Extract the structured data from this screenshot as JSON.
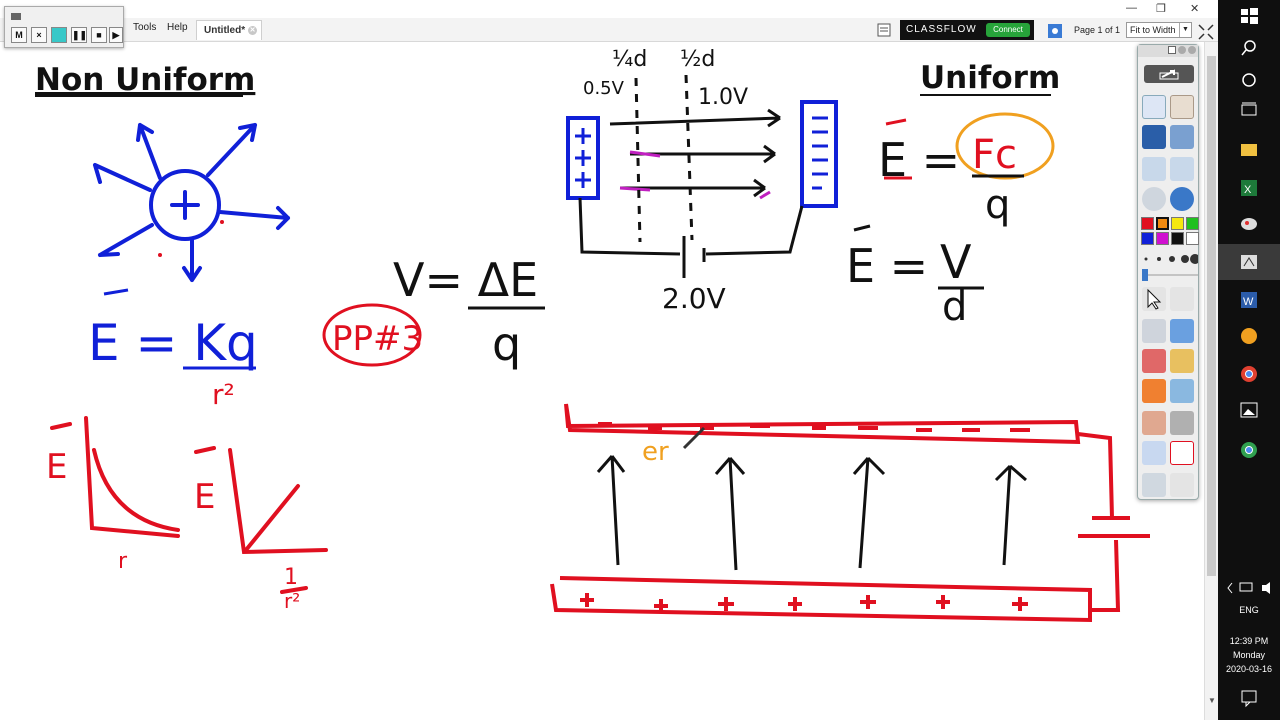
{
  "app": {
    "menu": [
      "Tools",
      "Help"
    ],
    "document_tab": "Untitled*",
    "brand": "CLASSFLOW",
    "connect_label": "Connect",
    "page_indicator": "Page 1 of 1",
    "zoom": "Fit to Width"
  },
  "recorder": {
    "buttons": [
      "M",
      "×",
      "",
      "❚❚",
      "■",
      "▶"
    ]
  },
  "board": {
    "left_heading": "Non Uniform",
    "right_heading": "Uniform",
    "eq_e_kq": "E = Kq",
    "eq_r2": "r²",
    "eq_v_delta": "V= ΔE",
    "eq_v_q": "q",
    "pp_note": "PP#3",
    "eq_fc": "Fc",
    "eq_fc_q": "q",
    "eq_e_eq": "E =",
    "eq_e_eq2": "E =",
    "eq_v": "V",
    "eq_d": "d",
    "label_half_d": "½d",
    "label_quarter_d": "¼d",
    "label_05v": "0.5V",
    "label_10v": "1.0V",
    "label_20v": "2.0V",
    "graph_e1": "E",
    "graph_e2": "E",
    "graph_x1": "r",
    "graph_x2_top": "1",
    "graph_x2_bot": "r²",
    "orange_note": "er"
  },
  "taskbar": {
    "lang": "ENG",
    "time": "12:39 PM",
    "day": "Monday",
    "date": "2020-03-16"
  },
  "colors": {
    "ink_blue": "#1020d8",
    "ink_red": "#e01020",
    "ink_black": "#111111",
    "ink_orange": "#f0a020",
    "ink_magenta": "#c020c0"
  }
}
